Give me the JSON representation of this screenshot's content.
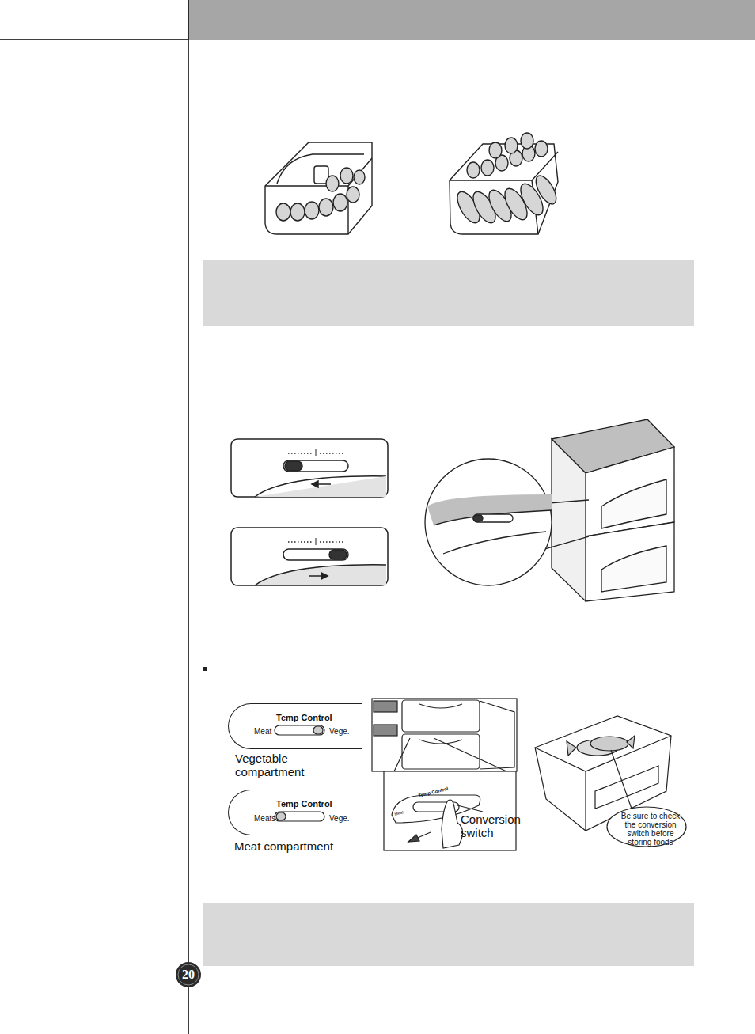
{
  "diagram": {
    "nodes": [
      {
        "text": [
          "Temp Control",
          "Meat",
          "Vege."
        ]
      },
      {
        "text": [
          "Temp Control",
          "Meats",
          "Vege."
        ]
      },
      {
        "text": [
          "Conversion switch"
        ]
      },
      {
        "text": [
          "Be sure to check the conversion switch before storing foods"
        ]
      }
    ],
    "labels": [
      "Vegetable compartment",
      "Meat compartment",
      "Temp Control",
      "Meat",
      "20"
    ]
  }
}
